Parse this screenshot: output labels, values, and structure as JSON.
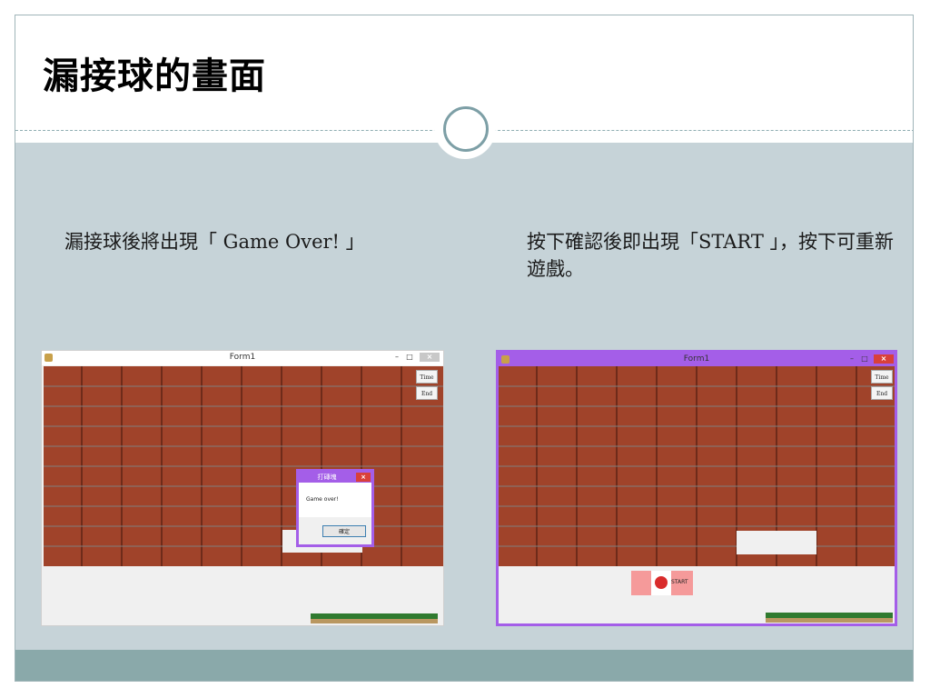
{
  "slide": {
    "title": "漏接球的畫面",
    "caption_left": "漏接球後將出現「 Game Over! 」",
    "caption_right": "按下確認後即出現「START 」，按下可重新遊戲。"
  },
  "left_form": {
    "window_title": "Form1",
    "minimize": "–",
    "maximize": "□",
    "close": "×",
    "time_button": "Time",
    "end_button": "End",
    "dialog": {
      "title": "打磚塊",
      "close": "×",
      "message": "Game over!",
      "ok_button": "確定"
    }
  },
  "right_form": {
    "window_title": "Form1",
    "minimize": "–",
    "maximize": "□",
    "close": "×",
    "time_button": "Time",
    "end_button": "End",
    "start_label": "START"
  },
  "colors": {
    "content_background": "#c6d3d8",
    "footer": "#8aa9aa",
    "brick": "#a0432a",
    "window_accent": "#a45ee8",
    "close_red": "#d9403a"
  }
}
